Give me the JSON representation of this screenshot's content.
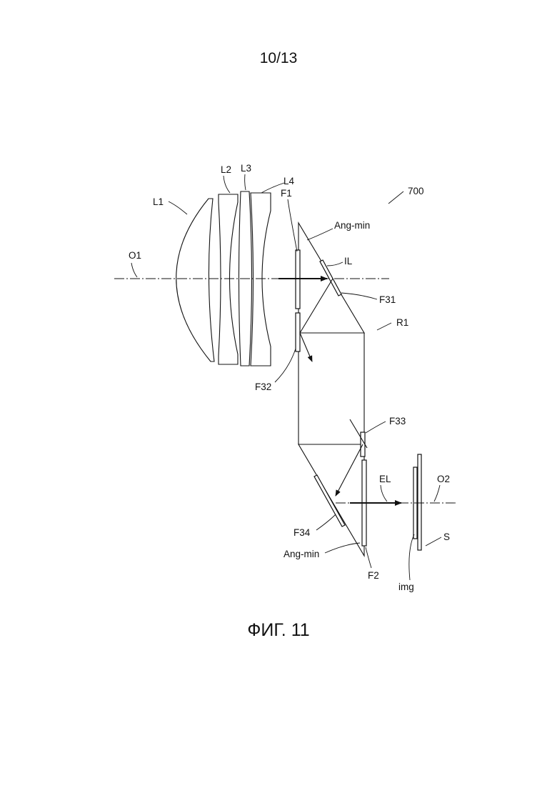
{
  "sheet": {
    "number": "10/13"
  },
  "figure": {
    "caption": "ФИГ. 11"
  },
  "labels": {
    "ref_700": "700",
    "L1": "L1",
    "L2": "L2",
    "L3": "L3",
    "L4": "L4",
    "O1": "O1",
    "F1": "F1",
    "ang_min_top": "Ang-min",
    "IL": "IL",
    "F31": "F31",
    "R1": "R1",
    "F32": "F32",
    "F33": "F33",
    "EL": "EL",
    "O2": "O2",
    "F34": "F34",
    "S": "S",
    "ang_min_bottom": "Ang-min",
    "F2": "F2",
    "img": "img"
  }
}
